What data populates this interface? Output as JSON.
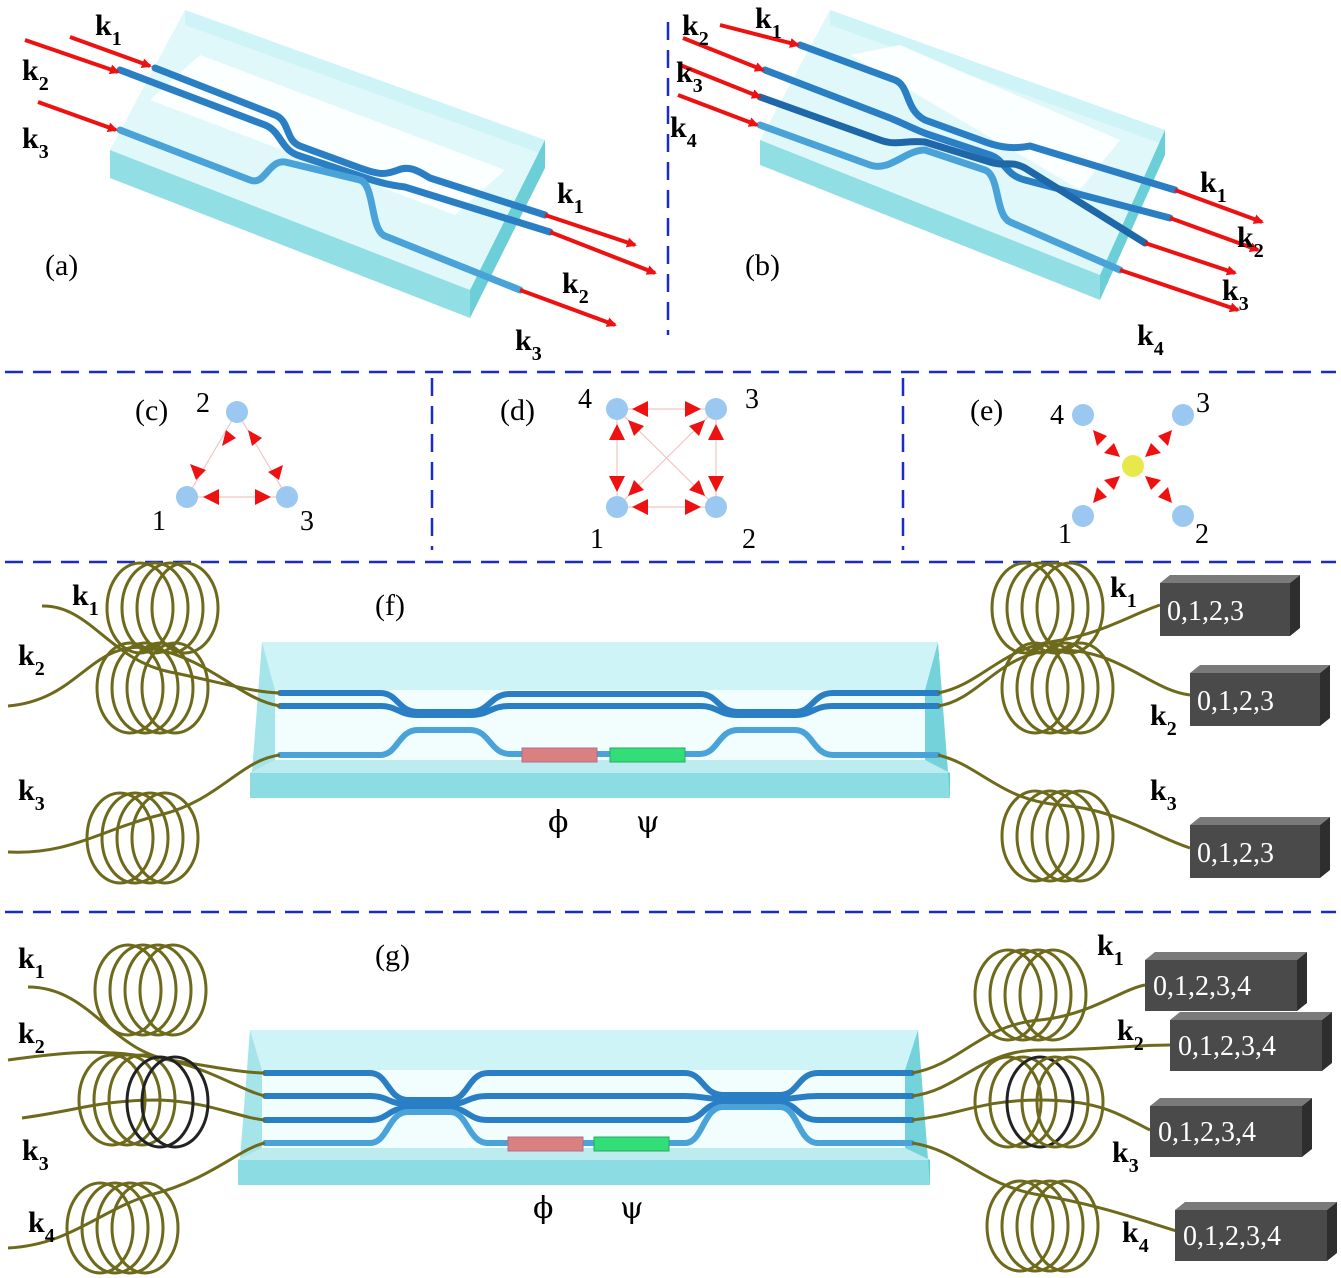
{
  "panels": {
    "a": "(a)",
    "b": "(b)",
    "c": "(c)",
    "d": "(d)",
    "e": "(e)",
    "f": "(f)",
    "g": "(g)"
  },
  "wave_label": "k",
  "ports": [
    "1",
    "2",
    "3",
    "4"
  ],
  "graph_c": {
    "nodes": [
      "1",
      "2",
      "3"
    ]
  },
  "graph_d": {
    "nodes": [
      "1",
      "2",
      "3",
      "4"
    ]
  },
  "graph_e": {
    "nodes": [
      "1",
      "2",
      "3",
      "4"
    ]
  },
  "phase_labels": {
    "phi": "ϕ",
    "psi": "ψ"
  },
  "detectors_f": [
    "0,1,2,3",
    "0,1,2,3",
    "0,1,2,3"
  ],
  "detectors_g": [
    "0,1,2,3,4",
    "0,1,2,3,4",
    "0,1,2,3,4",
    "0,1,2,3,4"
  ],
  "colors": {
    "arrow": "#ee1111",
    "waveguide": "#2a7fc4",
    "waveguide_light": "#4aa3d8",
    "chip": "#7fd8e0",
    "chip_top": "#c9f3f7",
    "fiber": "#6e6a1c",
    "detector": "#4a4a4a",
    "node": "#9ac8f0",
    "center_node": "#e8e84a",
    "phase_phi": "#d98080",
    "phase_psi": "#33dd77",
    "divider": "#1a2acc"
  }
}
